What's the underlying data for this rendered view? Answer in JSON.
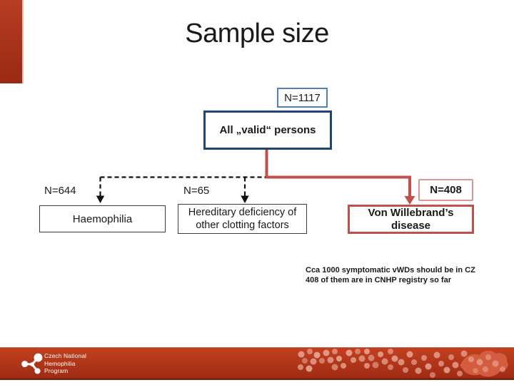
{
  "slide": {
    "title": "Sample size"
  },
  "colors": {
    "accent_red": "#c0504d",
    "light_red": "#d99694",
    "navy": "#1f4571",
    "medium_blue": "#4f81bd",
    "bar_red_top": "#b73c22",
    "bar_red_bottom": "#992a13",
    "footer_red_top": "#c2401f",
    "footer_red_bottom": "#a02c13",
    "footer_edge": "#7c2110",
    "box_border_gray": "#3c3c3c",
    "text_black": "#1a1a1a"
  },
  "flowchart": {
    "root_count_label": "N=1117",
    "root_box_label": "All „valid“ persons",
    "branches": [
      {
        "count_label": "N=644",
        "line1": "Haemophilia",
        "line2": ""
      },
      {
        "count_label": "N=65",
        "line1": "Hereditary deficiency of",
        "line2": "other clotting factors"
      },
      {
        "count_label": "N=408",
        "line1": "Von Willebrand’s",
        "line2": "disease"
      }
    ]
  },
  "note": {
    "line1": "Cca 1000 symptomatic vWDs should be in CZ",
    "line2": "408 of them are in CNHP registry so far"
  },
  "footer": {
    "logo_icon": "molecule-icon",
    "logo_line1": "Czech National",
    "logo_line2": "Hemophilia",
    "logo_line3": "Program"
  }
}
